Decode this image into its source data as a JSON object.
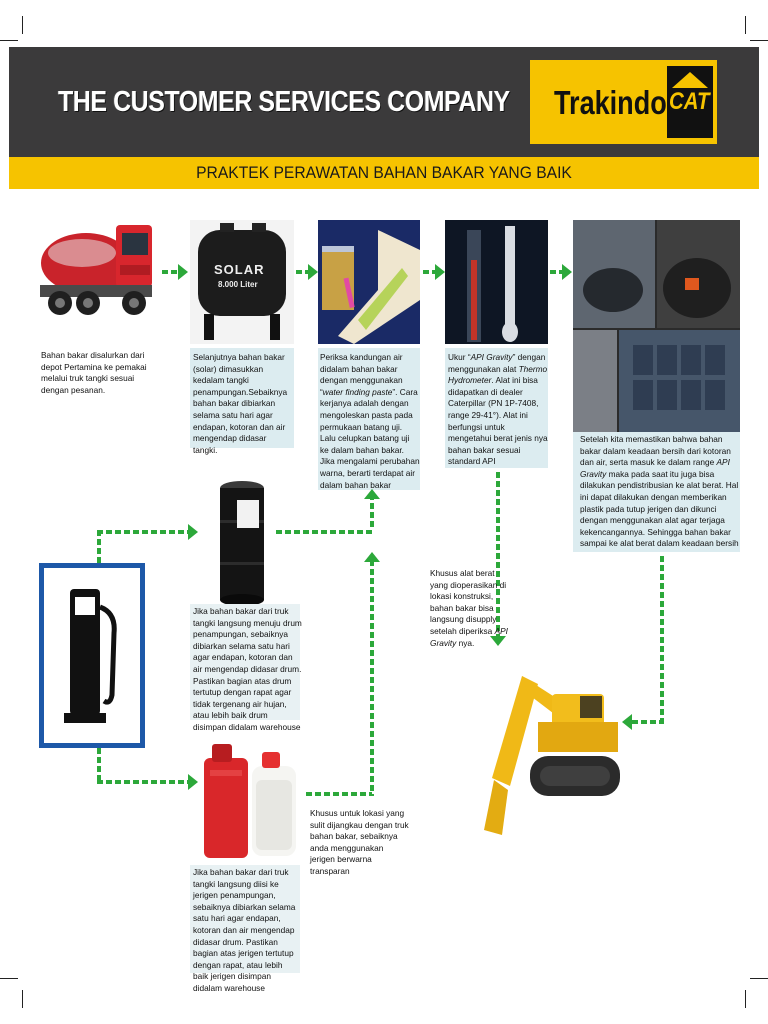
{
  "header": {
    "company": "THE CUSTOMER SERVICES COMPANY",
    "logo_text": "Trakindo",
    "logo_mark": "CAT",
    "title": "PRAKTEK PERAWATAN BAHAN BAKAR YANG BAIK"
  },
  "steps": {
    "truck": "Bahan bakar disalurkan dari depot Pertamina ke pemakai melalui truk tangki sesuai dengan pesanan.",
    "tank_label": "SOLAR",
    "tank_sub": "8.000 Liter",
    "tank": "Selanjutnya bahan bakar (solar) dimasukkan kedalam tangki penampungan.Sebaiknya bahan bakar dibiarkan selama satu hari agar endapan, kotoran dan air mengendap didasar tangki.",
    "paste_1": "Periksa kandungan air didalam bahan bakar dengan menggunakan “",
    "paste_em": "water finding paste",
    "paste_2": "”. Cara kerjanya adalah dengan mengoleskan pasta pada permukaan batang uji. Lalu celupkan batang uji ke dalam bahan bakar. Jika mengalami perubahan warna, berarti terdapat air dalam bahan bakar",
    "api_1": "Ukur “",
    "api_em1": "API Gravity",
    "api_2": "” dengan menggunakan alat ",
    "api_em2": "Thermo Hydrometer",
    "api_3": ". Alat ini bisa didapatkan di dealer Caterpillar (PN 1P-7408, range 29-41°). Alat ini berfungsi untuk mengetahui berat jenis nya bahan bakar sesuai standard API",
    "clean_1": "Setelah kita memastikan bahwa bahan bakar dalam keadaan bersih dari kotoran dan air, serta masuk ke dalam range ",
    "clean_em": "API Gravity",
    "clean_2": " maka pada saat itu juga bisa dilakukan pendistribusian ke alat berat. Hal ini dapat dilakukan dengan memberikan plastik pada tutup jerigen dan dikunci dengan menggunakan alat agar terjaga kekencangannya. Sehingga bahan bakar sampai ke alat berat dalam keadaan bersih",
    "drum": "Jika bahan bakar dari truk tangki langsung menuju drum penampungan, sebaiknya dibiarkan selama satu hari agar endapan, kotoran dan air mengendap didasar drum. Pastikan bagian atas drum tertutup dengan rapat agar tidak tergenang air hujan, atau lebih baik drum disimpan didalam warehouse",
    "heavy_1": "Khusus alat berat yang dioperasikan di lokasi konstruksi, bahan bakar bisa langsung disupply setelah diperiksa ",
    "heavy_em": "API Gravity",
    "heavy_2": " nya.",
    "jerry": "Jika bahan bakar dari truk tangki langsung diisi ke jerigen penampungan, sebaiknya dibiarkan selama satu hari agar endapan, kotoran dan air mengendap didasar drum. Pastikan bagian atas jerigen tertutup dengan rapat, atau lebih baik jerigen disimpan didalam warehouse",
    "remote": "Khusus untuk lokasi yang sulit dijangkau dengan truk bahan bakar, sebaiknya anda menggunakan jerigen berwarna transparan"
  },
  "colors": {
    "header": "#3b3a3b",
    "yellow": "#f6c300",
    "box": "#dcecf0",
    "arrow": "#2ca83a",
    "pump_panel": "#1d58a8"
  }
}
